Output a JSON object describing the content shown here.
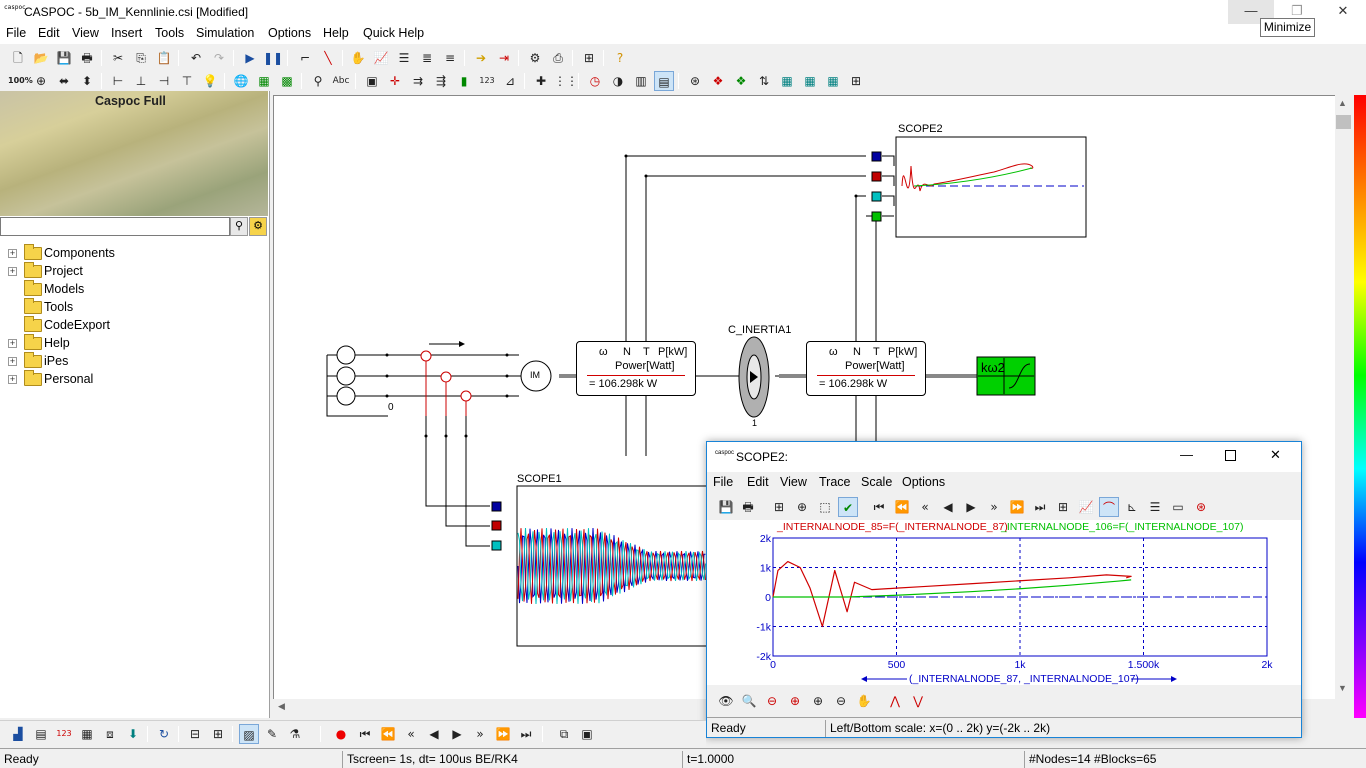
{
  "window": {
    "title": "CASPOC - 5b_IM_Kennlinie.csi [Modified]",
    "icon_text": "caspoc",
    "minimize_symbol": "—",
    "restore_symbol": "❐",
    "close_symbol": "✕",
    "tooltip": "Minimize"
  },
  "menu": [
    "File",
    "Edit",
    "View",
    "Insert",
    "Tools",
    "Simulation",
    "Options",
    "Help",
    "Quick Help"
  ],
  "toolbar2": {
    "zoom_label": "100%"
  },
  "left_panel": {
    "caption": "Caspoc Full",
    "search_placeholder": "",
    "tree": [
      {
        "label": "Components",
        "expandable": true
      },
      {
        "label": "Project",
        "expandable": true
      },
      {
        "label": "Models",
        "expandable": false
      },
      {
        "label": "Tools",
        "expandable": false
      },
      {
        "label": "CodeExport",
        "expandable": false
      },
      {
        "label": "Help",
        "expandable": true
      },
      {
        "label": "iPes",
        "expandable": true
      },
      {
        "label": "Personal",
        "expandable": true
      }
    ]
  },
  "circuit": {
    "scope2_label": "SCOPE2",
    "scope1_label": "SCOPE1",
    "inertia_label": "C_INERTIA1",
    "inertia_node": "1",
    "ground_node": "0",
    "motor_label": "IM",
    "load_label": "kω2",
    "power_meter_1": {
      "headers": [
        "ω",
        "N",
        "T",
        "P[kW]"
      ],
      "title": "Power[Watt]",
      "value": "= 106.298k W"
    },
    "power_meter_2": {
      "headers": [
        "ω",
        "N",
        "T",
        "P[kW]"
      ],
      "title": "Power[Watt]",
      "value": "= 106.298k W"
    }
  },
  "scope_window": {
    "title": "SCOPE2:",
    "icon_text": "caspoc",
    "menu": [
      "File",
      "Edit",
      "View",
      "Trace",
      "Scale",
      "Options"
    ],
    "status_left": "Ready",
    "status_right": "Left/Bottom scale:  x=(0 ..  2k) y=(-2k ..  2k)"
  },
  "chart_data": {
    "type": "line",
    "legend": [
      {
        "name": "_INTERNALNODE_85=F(_INTERNALNODE_87)",
        "color": "#d00000"
      },
      {
        "name": "_INTERNALNODE_106=F(_INTERNALNODE_107)",
        "color": "#00c000"
      }
    ],
    "xlabel": "(_INTERNALNODE_87, _INTERNALNODE_107)",
    "x_ticks": [
      "0",
      "500",
      "1k",
      "1.500k",
      "2k"
    ],
    "y_ticks": [
      "2k",
      "1k",
      "0",
      "-1k",
      "-2k"
    ],
    "xlim": [
      0,
      2000
    ],
    "ylim": [
      -2000,
      2000
    ],
    "grid": true,
    "series": [
      {
        "name": "_INTERNALNODE_85=F(_INTERNALNODE_87)",
        "color": "#d00000",
        "x": [
          0,
          20,
          60,
          110,
          150,
          200,
          250,
          300,
          330,
          400,
          500,
          600,
          800,
          1000,
          1200,
          1350,
          1450,
          1430
        ],
        "y": [
          0,
          900,
          1200,
          1000,
          300,
          -1000,
          900,
          -500,
          500,
          250,
          300,
          350,
          450,
          550,
          650,
          750,
          700,
          650
        ]
      },
      {
        "name": "_INTERNALNODE_106=F(_INTERNALNODE_107)",
        "color": "#00c000",
        "x": [
          0,
          300,
          500,
          800,
          1000,
          1200,
          1400,
          1450
        ],
        "y": [
          0,
          0,
          60,
          180,
          280,
          400,
          540,
          580
        ]
      }
    ],
    "reference_line": {
      "y": 0,
      "color": "#0000c8",
      "style": "dashed"
    }
  },
  "bottom_toolbar": {
    "icons": [
      "record",
      "first",
      "fast-back",
      "back",
      "step-back",
      "play",
      "step-forward",
      "forward",
      "fast-forward",
      "last"
    ]
  },
  "statusbar": {
    "ready": "Ready",
    "tscreen": "Tscreen= 1s, dt= 100us BE/RK4",
    "time": "t=1.0000",
    "counts": "#Nodes=14 #Blocks=65"
  }
}
